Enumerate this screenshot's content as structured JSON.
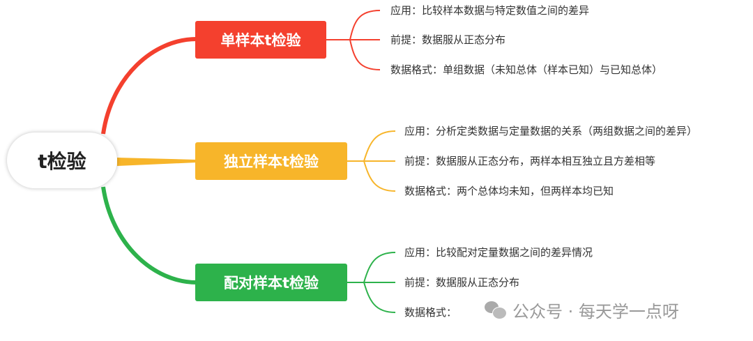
{
  "root": {
    "label": "t检验"
  },
  "colors": {
    "red": "#f4402e",
    "yellow": "#f7b52a",
    "green": "#2db24b"
  },
  "branches": [
    {
      "label": "单样本t检验",
      "leaves": [
        "应用：比较样本数据与特定数值之间的差异",
        "前提：数据服从正态分布",
        "数据格式：单组数据（未知总体（样本已知）与已知总体）"
      ]
    },
    {
      "label": "独立样本t检验",
      "leaves": [
        "应用：分析定类数据与定量数据的关系（两组数据之间的差异）",
        "前提：数据服从正态分布，两样本相互独立且方差相等",
        "数据格式：两个总体均未知，但两样本均已知"
      ]
    },
    {
      "label": "配对样本t检验",
      "leaves": [
        "应用：比较配对定量数据之间的差异情况",
        "前提：数据服从正态分布",
        "数据格式："
      ]
    }
  ],
  "watermark": {
    "text": "公众号 · 每天学一点呀",
    "icon": "wechat-icon"
  }
}
